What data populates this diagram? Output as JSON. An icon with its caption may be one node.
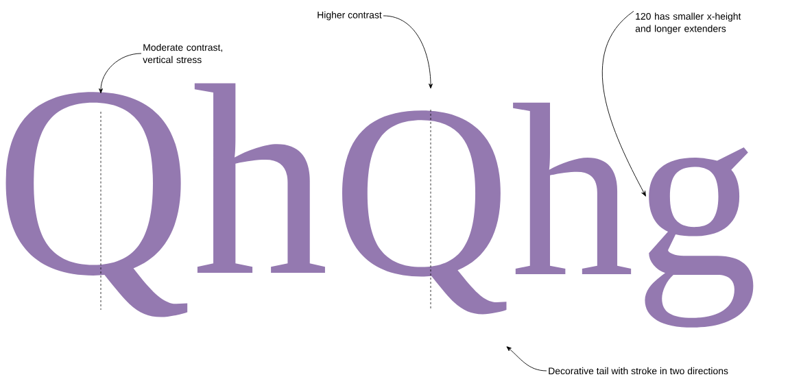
{
  "diagram": {
    "nodes": [
      {
        "text": [
          "Moderate contrast, vertical stress"
        ]
      },
      {
        "text": [
          "Higher contrast"
        ]
      },
      {
        "text": [
          "120 has smaller x-height and longer extenders"
        ]
      },
      {
        "text": [
          "Decorative tail with stroke in two directions"
        ]
      },
      {
        "text": [
          "Qh"
        ]
      },
      {
        "text": [
          "Qhg"
        ]
      }
    ],
    "edges": [
      {
        "from": 0,
        "to": 4,
        "arrow": "to"
      },
      {
        "from": 1,
        "to": 5,
        "arrow": "to"
      },
      {
        "from": 2,
        "to": 5,
        "arrow": "to"
      },
      {
        "from": 3,
        "to": 5,
        "arrow": "to"
      }
    ]
  }
}
